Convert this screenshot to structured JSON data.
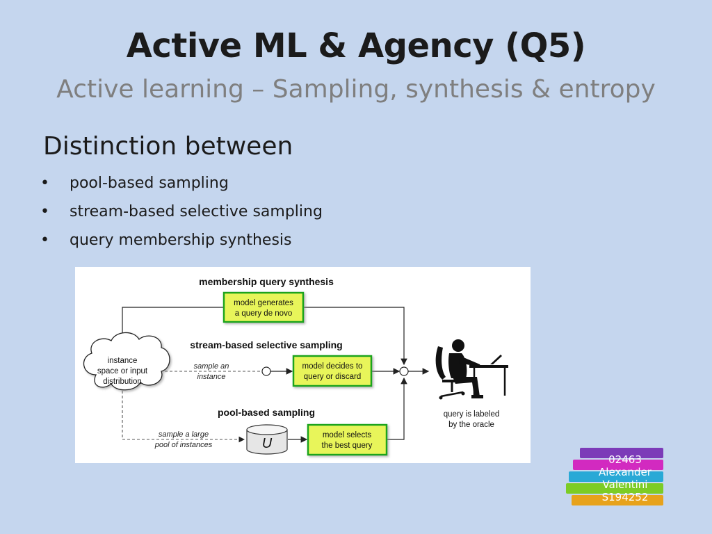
{
  "slide": {
    "title": "Active ML & Agency (Q5)",
    "subtitle": "Active learning – Sampling, synthesis & entropy",
    "heading": "Distinction between",
    "bullets": [
      "pool-based sampling",
      "stream-based selective sampling",
      "query membership synthesis"
    ]
  },
  "diagram": {
    "sections": {
      "membership": "membership query synthesis",
      "stream": "stream-based selective sampling",
      "pool": "pool-based sampling"
    },
    "cloud": [
      "instance",
      "space or input",
      "distribution"
    ],
    "boxes": {
      "generate": [
        "model generates",
        "a query de novo"
      ],
      "decide": [
        "model decides to",
        "query or discard"
      ],
      "select": [
        "model selects",
        "the best query"
      ]
    },
    "edges": {
      "sample_an": [
        "sample an",
        "instance"
      ],
      "sample_large": [
        "sample a large",
        "pool of instances"
      ]
    },
    "pool_symbol": "U",
    "oracle": [
      "query is labeled",
      "by the oracle"
    ],
    "colors": {
      "box_fill": "#e8f55a",
      "box_border": "#1ea41e"
    }
  },
  "badge": {
    "lines": [
      "02463",
      "Alexander",
      "Valentini",
      "S194252"
    ]
  }
}
